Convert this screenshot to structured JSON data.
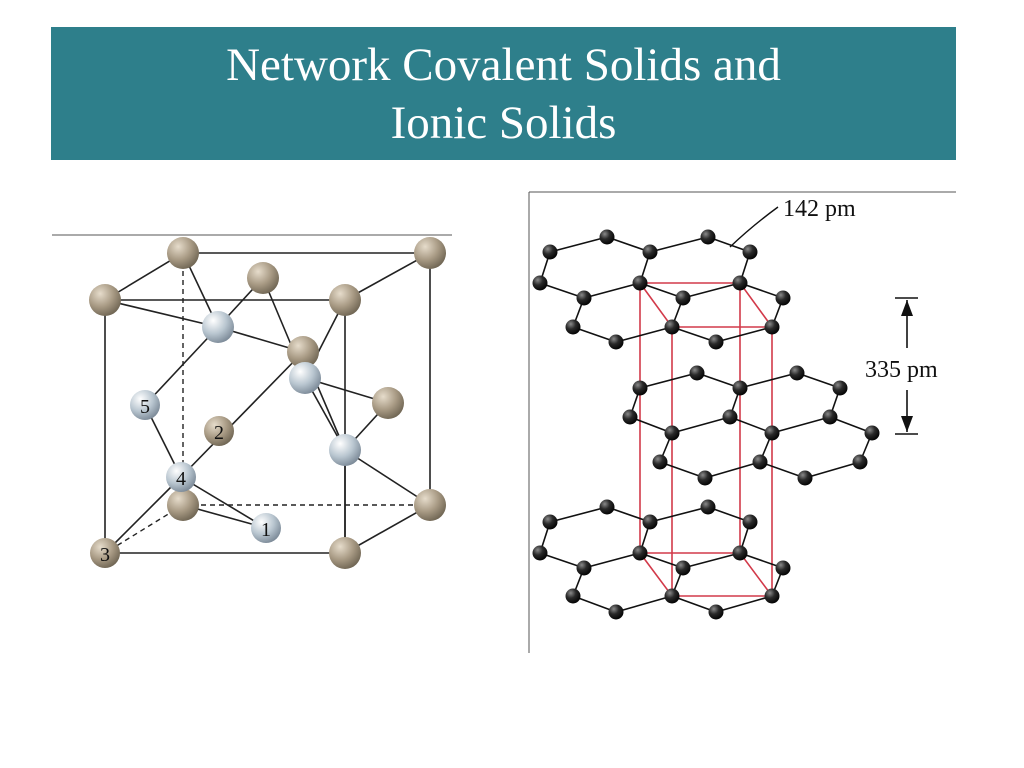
{
  "slide": {
    "title_line1": "Network Covalent Solids and",
    "title_line2": "Ionic Solids",
    "title_bg": "#2e7f8b",
    "title_color": "#ffffff"
  },
  "diamond_unit_cell": {
    "atom_labels": [
      "1",
      "2",
      "3",
      "4",
      "5"
    ],
    "colors": {
      "tan_atom": "#a89a84",
      "silver_atom": "#b9c6d0",
      "bond": "#222222"
    }
  },
  "graphite": {
    "bond_length_label": "142 pm",
    "layer_spacing_label": "335 pm",
    "colors": {
      "carbon": "#1a1a1a",
      "bond": "#111111",
      "unit_cell": "#d23a4a"
    }
  }
}
